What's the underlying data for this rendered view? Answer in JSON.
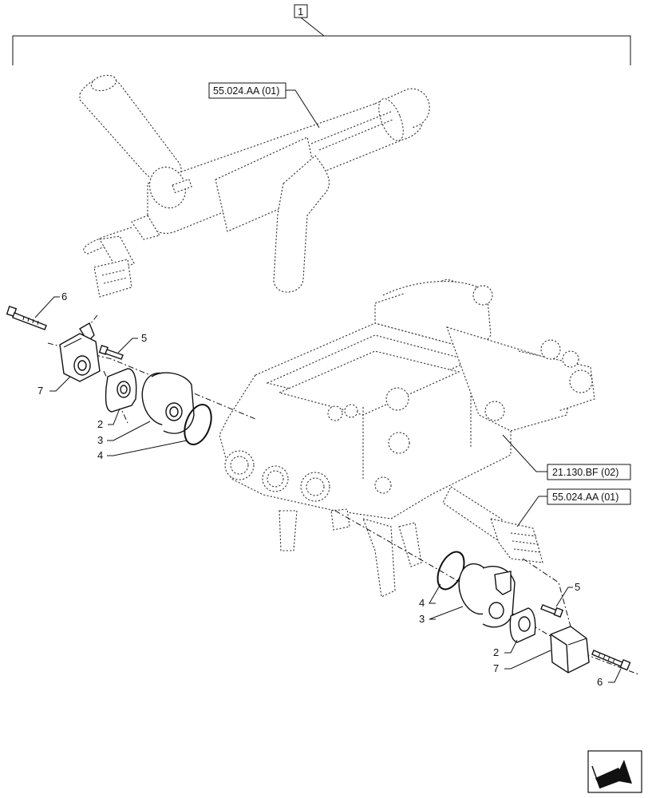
{
  "assembly_label": "1",
  "references": {
    "top": "55.024.AA (01)",
    "right_mid": "21.130.BF (02)",
    "right_lower": "55.024.AA (01)"
  },
  "callouts_left": {
    "screw_long": "6",
    "screw_short": "5",
    "sensor": "7",
    "plate": "2",
    "housing": "3",
    "oring": "4"
  },
  "callouts_right": {
    "oring": "4",
    "housing": "3",
    "screw_short": "5",
    "plate": "2",
    "sensor": "7",
    "screw_long": "6"
  },
  "icons": {
    "nav": "arrow-next-page-icon"
  }
}
